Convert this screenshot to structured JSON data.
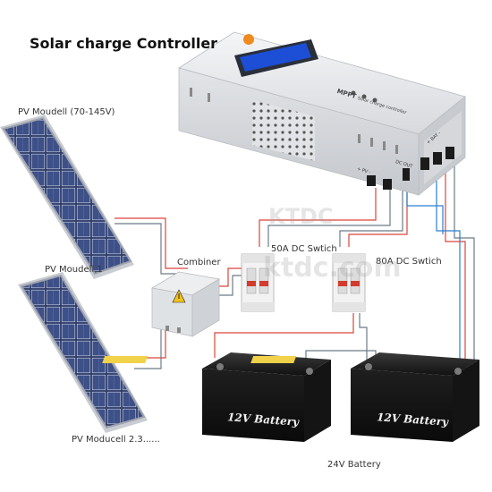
{
  "title": "Solar charge Controller",
  "labels": {
    "pv_range": "PV Moudell  (70-145V)",
    "pv_module_1": "PV Moudell 1",
    "pv_module_2": "PV Moducell 2.3......",
    "combiner": "Combiner",
    "switch_50a": "50A DC Swtich",
    "switch_80a": "80A DC Swtich",
    "battery_left": "12V Battery",
    "battery_right": "12V Battery",
    "battery_bank": "24V Battery"
  },
  "controller": {
    "brand": "MPPT",
    "subtitle": "Solar charge controller",
    "terminal_pv": "+ PV -",
    "terminal_bat": "+ BAT -",
    "terminal_dc": "DC OUT"
  },
  "watermark": {
    "top": "KTDC",
    "bottom": "ktdc.com"
  },
  "colors": {
    "controller_body": "#e9eaec",
    "display": "#1d4fd6",
    "solar_cell": "#2f3a63",
    "battery_body": "#1a1a1a",
    "wire_positive": "#d9453a",
    "wire_negative": "#6b7b86",
    "wire_dc": "#2a7fd0"
  }
}
